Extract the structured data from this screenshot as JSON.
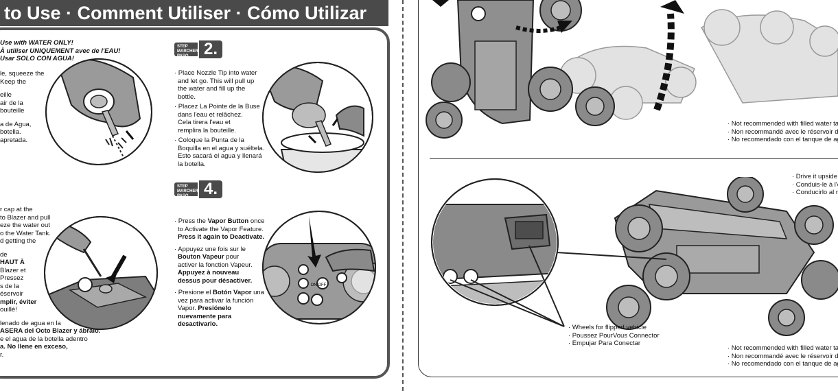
{
  "header": {
    "title": "to Use · Comment Utiliser · Cómo Utilizar"
  },
  "warning": {
    "lines": [
      "Use with WATER ONLY!",
      "À utiliser UNIQUEMENT avec de l'EAU!",
      "Usar SOLO CON AGUA!"
    ]
  },
  "step1": {
    "lines": [
      "le, squeeze the",
      "Keep the",
      "",
      "eille",
      "air de la",
      "bouteille",
      "",
      "a de Agua,",
      "botella.",
      "apretada."
    ]
  },
  "step_label": {
    "en": "STEP",
    "fr": "MARCHER",
    "es": "PASO"
  },
  "step2": {
    "number": "2.",
    "en": [
      "· Place Nozzle Tip into water",
      "and let go. This will pull up",
      "the water and fill up the",
      "bottle."
    ],
    "fr": [
      "· Placez La Pointe de la Buse",
      "dans l'eau et relâchez.",
      "Cela tirera l'eau et",
      "remplira la bouteille."
    ],
    "es": [
      "· Coloque la Punta de la",
      "Boquilla en el agua y suéltela.",
      "Esto sacará el agua y llenará",
      "la botella."
    ]
  },
  "step3": {
    "en": [
      "r cap at the",
      "to Blazer and pull",
      "eze the water out",
      "o the Water Tank.",
      "d getting the"
    ],
    "fr": [
      "de",
      "HAUT À",
      "Blazer et",
      "Pressez",
      "s de la",
      "éservoir",
      "mplir, éviter",
      "ouillé!"
    ],
    "es": [
      "lenado de agua en la",
      "ASERA del Octo Blazer y ábralo.",
      "e el agua de la botella adentro",
      "a. No llene en exceso,",
      "r."
    ]
  },
  "step4": {
    "number": "4.",
    "en": [
      "· Press the ",
      "Vapor Button",
      " once",
      "to Activate the Vapor Feature.",
      "Press it again to Deactivate."
    ],
    "fr": [
      "· Appuyez une fois sur le",
      "Bouton Vapeur",
      " pour",
      "activer la fonction Vapeur.",
      "Appuyez à nouveau",
      "dessus pour désactiver."
    ],
    "es": [
      "· Presione el ",
      "Botón Vapor",
      " una",
      "vez para activar la función",
      "Vapor. ",
      "Presiónelo",
      "nuevamente para",
      "desactivarlo."
    ]
  },
  "controller": {
    "on_off": "ON OFF"
  },
  "right_top": {
    "lines": [
      "· Not recommended with filled water ta",
      "· Non recommandé avec le réservoir d'ea",
      "· No recomendado con el tanque de agu"
    ]
  },
  "right_mid": {
    "lines": [
      "· Drive it upside d",
      "· Conduis-le à l'e",
      "· Conducirlo al re"
    ]
  },
  "wheels": {
    "lines": [
      "· Wheels for flipped vehicle",
      "· Poussez PourVous Connector",
      "· Empujar Para Conectar"
    ]
  },
  "right_bottom": {
    "lines": [
      "· Not recommended with filled water ta",
      "· Non recommandé avec le réservoir d'ea",
      "· No recomendado con el tanque de agu"
    ]
  },
  "colors": {
    "header_bg": "#4a4a4a",
    "panel_border": "#555555",
    "wheel_fill": "#8a8a8a"
  }
}
